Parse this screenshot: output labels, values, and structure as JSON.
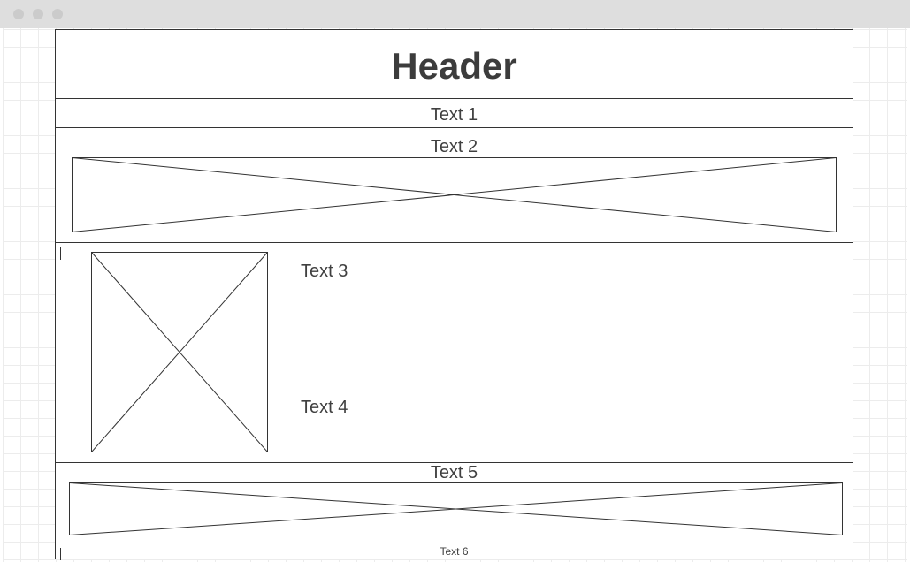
{
  "window": {
    "controls": [
      "close-dot",
      "minimize-dot",
      "maximize-dot"
    ]
  },
  "wireframe": {
    "header": "Header",
    "text1": "Text 1",
    "text2": "Text 2",
    "text3": "Text 3",
    "text4": "Text 4",
    "text5": "Text 5",
    "text6": "Text 6"
  },
  "colors": {
    "titlebar": "#dedede",
    "grid": "#ececec",
    "line": "#333333",
    "text": "#404040"
  }
}
